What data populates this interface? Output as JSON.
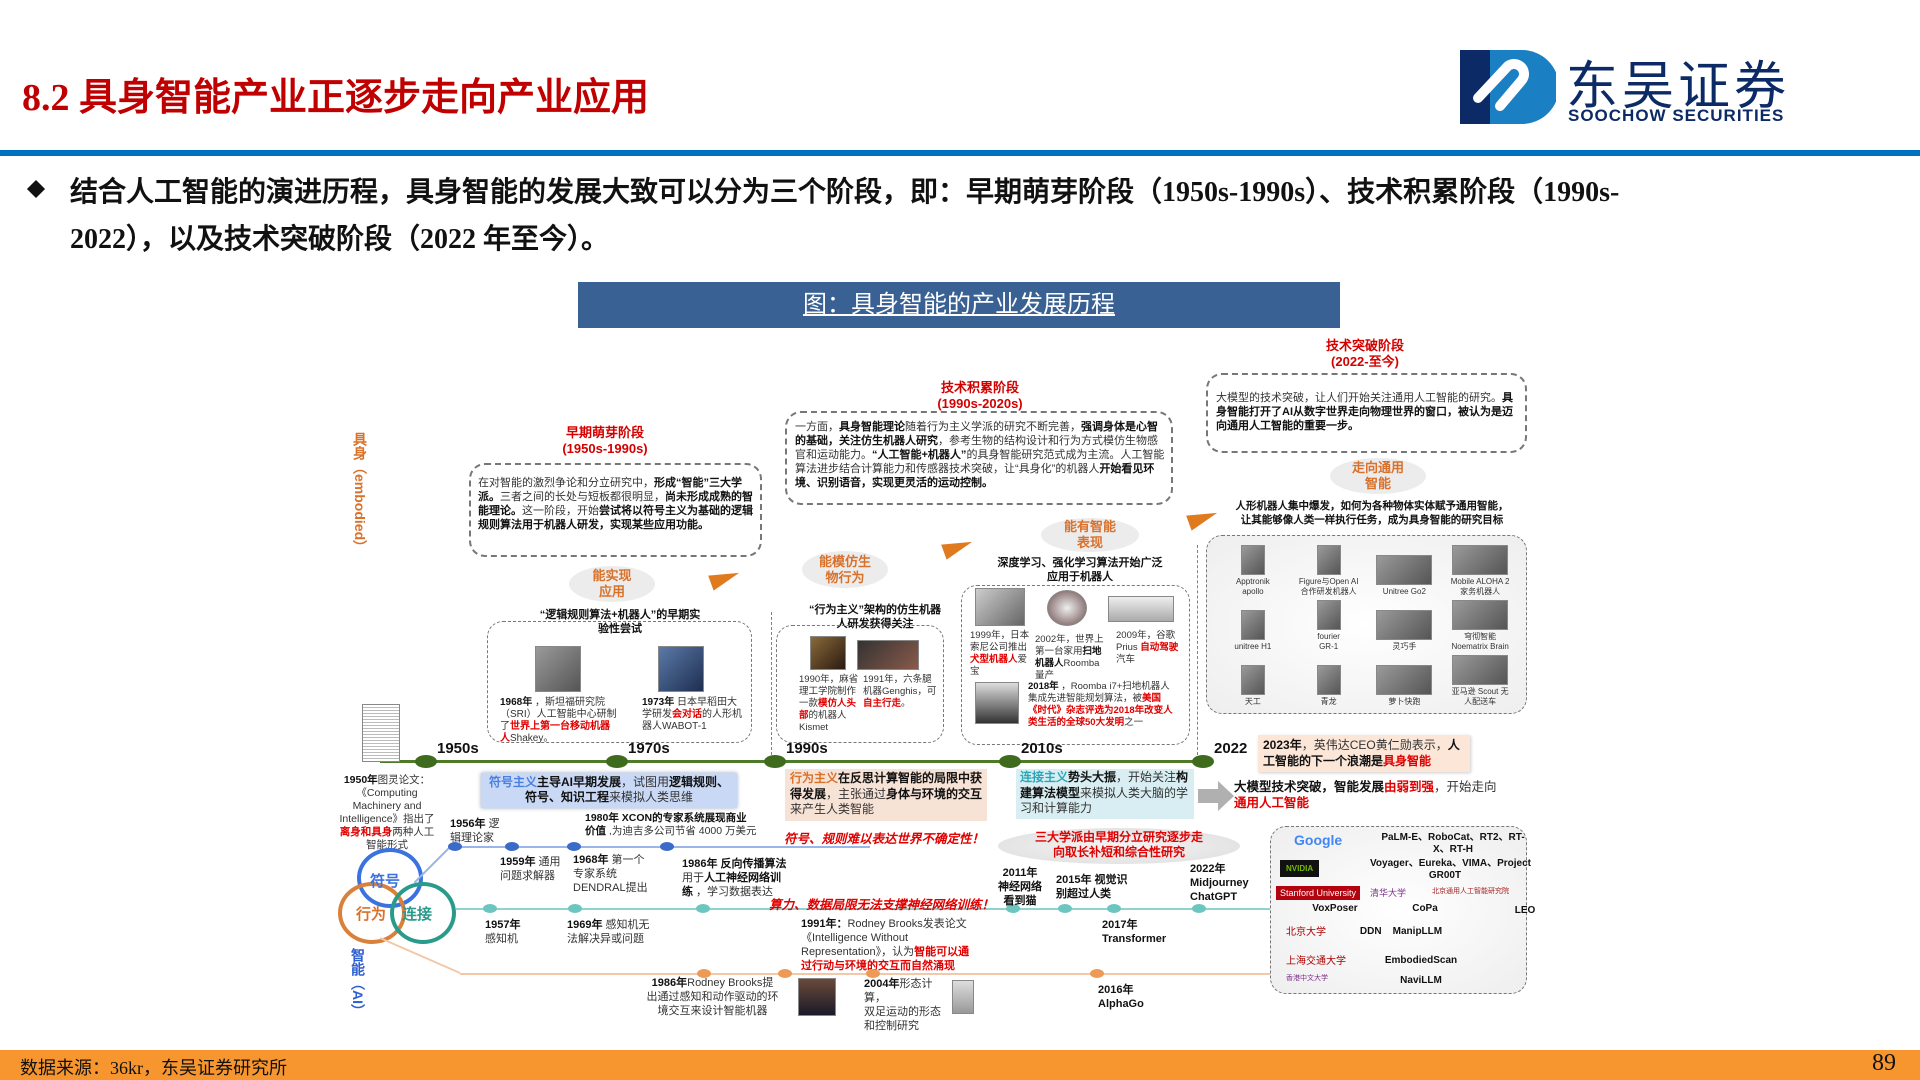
{
  "header": {
    "title": "8.2 具身智能产业正逐步走向产业应用",
    "logo_cn": "东吴证券",
    "logo_en": "SOOCHOW SECURITIES"
  },
  "bullet": {
    "icon": "diamond-icon",
    "line1": "结合人工智能的演进历程，具身智能的发展大致可以分为三个阶段，即：早期萌芽阶段（1950s-1990s）、技术积累阶段（1990s-",
    "line2": "2022），以及技术突破阶段（2022 年至今）。"
  },
  "figure": {
    "title": "图：具身智能的产业发展历程",
    "side_top": "具身（embodied）",
    "side_bottom": "智能（AI）",
    "schools": {
      "symbol": "符号",
      "behavior": "行为",
      "connect": "连接"
    },
    "early": {
      "title": "早期萌芽阶段\n(1950s-1990s)",
      "body": [
        [
          "n",
          "在对智能的激烈争论和分立研究中，"
        ],
        [
          "b",
          "形成“智能”三大学派。"
        ],
        [
          "n",
          "三者之间的长处与短板都很明显，"
        ],
        [
          "b",
          "尚未形成成熟的智能理论。"
        ],
        [
          "n",
          "这一阶段，开始"
        ],
        [
          "b",
          "尝试将以符号主义为基础的逻辑规则算法用于机器人研发，实现某些应用功能。"
        ]
      ],
      "tag": "能实现\n应用",
      "sub_title": "“逻辑规则算法+机器人”的早期实\n验性尝试",
      "shakey": [
        [
          "b",
          "1968年"
        ],
        [
          "n",
          " ，斯坦福研究院（SRI）人工智能中心研制了"
        ],
        [
          "r",
          "世界上第一台移动机器人"
        ],
        [
          "n",
          "Shakey。"
        ]
      ],
      "wabot": [
        [
          "b",
          "1973年"
        ],
        [
          "n",
          " 日本早稻田大学研发"
        ],
        [
          "r",
          "会对话"
        ],
        [
          "n",
          "的人形机器人WABOT-1"
        ]
      ]
    },
    "accum": {
      "title": "技术积累阶段\n(1990s-2020s)",
      "body": [
        [
          "n",
          "一方面，"
        ],
        [
          "b",
          "具身智能理论"
        ],
        [
          "n",
          "随着行为主义学派的研究不断完善，"
        ],
        [
          "b",
          "强调身体是心智的基础，关注仿生机器人研究"
        ],
        [
          "n",
          "，参考生物的结构设计和行为方式模仿生物感官和运动能力。"
        ],
        [
          "b",
          "“人工智能+机器人”"
        ],
        [
          "n",
          "的具身智能研究范式成为主流。人工智能算法进步结合计算能力和传感器技术突破，让“具身化”的机器人"
        ],
        [
          "b",
          "开始看见环境、识别语音，实现更灵活的运动控制。"
        ]
      ],
      "tag1": "能模仿生\n物行为",
      "sub1": "“行为主义”架构的仿生机器\n人研发获得关注",
      "kismet": [
        [
          "n",
          "1990年，麻省理工学院制作一款"
        ],
        [
          "r",
          "模仿人头部"
        ],
        [
          "n",
          "的机器人Kismet"
        ]
      ],
      "genghis": [
        [
          "n",
          "1991年，六条腿机器Genghis，可"
        ],
        [
          "r",
          "自主行走"
        ],
        [
          "n",
          "。"
        ]
      ],
      "tag2": "能有智能\n表现",
      "sub2": "深度学习、强化学习算法开始广泛\n应用于机器人",
      "aibo": [
        [
          "n",
          "1999年，日本索尼公司推出"
        ],
        [
          "r",
          "犬型机器人"
        ],
        [
          "n",
          "爱宝"
        ]
      ],
      "roomba": [
        [
          "n",
          "2002年，世界上第一台家用"
        ],
        [
          "b",
          "扫地机器人"
        ],
        [
          "n",
          "Roomba量产"
        ]
      ],
      "prius": [
        [
          "n",
          "2009年，谷歌Prius "
        ],
        [
          "r",
          "自动驾驶"
        ],
        [
          "n",
          "汽车"
        ]
      ],
      "i7": [
        [
          "b",
          "2018年"
        ],
        [
          "n",
          " ，Roomba i7+扫地机器人集成先进智能规划算法，被"
        ],
        [
          "r",
          "美国《时代》杂志评选为2018年改变人类生活的全球50大发明"
        ],
        [
          "n",
          "之一"
        ]
      ]
    },
    "breakthrough": {
      "title": "技术突破阶段\n(2022-至今)",
      "body": [
        [
          "n",
          "大模型的技术突破，让人们开始关注通用人工智能的研究。"
        ],
        [
          "b",
          "具身智能打开了AI从数字世界走向物理世界的窗口，被认为是迈向通用人工智能的重要一步。"
        ]
      ],
      "tag": "走向通用\n智能",
      "sub": "人形机器人集中爆发，如何为各种物体实体赋予通用智能，\n让其能够像人类一样执行任务，成为具身智能的研究目标",
      "robots": [
        "Apptronik\napollo",
        "Figure与Open AI\n合作研发机器人",
        "Unitree Go2",
        "Mobile ALOHA 2\n家务机器人",
        "unitree H1",
        "fourier\nGR-1",
        "灵巧手",
        "穹彻智能\nNoematrix Brain",
        "天工",
        "青龙",
        "萝卜快跑",
        "亚马逊 Scout 无\n人配送车"
      ]
    },
    "timeline": {
      "decades": [
        "1950s",
        "1970s",
        "1990s",
        "2010s",
        "2022"
      ],
      "turing": [
        [
          "b",
          "1950年"
        ],
        [
          "n",
          "图灵论文：《Computing Machinery and Intelligence》指出了"
        ],
        [
          "r",
          "离身和具身"
        ],
        [
          "n",
          "两种人工智能形式"
        ]
      ],
      "symbol_box": [
        [
          "blue",
          "符号主义"
        ],
        [
          "b",
          "主导AI早期发展"
        ],
        [
          "n",
          "，试图用"
        ],
        [
          "b",
          "逻辑规则、符号、知识工程"
        ],
        [
          "n",
          "来模拟人类思维"
        ]
      ],
      "behavior_box": [
        [
          "o",
          "行为主义"
        ],
        [
          "b",
          "在反思计算智能的局限中获得发展"
        ],
        [
          "n",
          "，主张通过"
        ],
        [
          "b",
          "身体与环境的交互"
        ],
        [
          "n",
          "来产生人类智能"
        ]
      ],
      "connect_box": [
        [
          "c",
          "连接主义"
        ],
        [
          "b",
          "势头大振"
        ],
        [
          "n",
          "，开始关注"
        ],
        [
          "b",
          "构建算法模型"
        ],
        [
          "n",
          "来模拟人类大脑的学习和计算能力"
        ]
      ],
      "jensen": [
        [
          "b",
          "2023年"
        ],
        [
          "n",
          "，英伟达CEO黄仁勋表示，"
        ],
        [
          "b",
          "人工智能的下一个浪潮是"
        ],
        [
          "r",
          "具身智能"
        ]
      ],
      "bigmodel": [
        [
          "b",
          "大模型技术突破，智能发展"
        ],
        [
          "r",
          "由弱到强"
        ],
        [
          "n",
          "，开始走向"
        ],
        [
          "r",
          "通用人工智能"
        ]
      ],
      "warn1": "符号、规则难以表达世界不确定性！",
      "warn2": "算力、数据局限无法支撑神经网络训练！",
      "merge": "三大学派由早期分立研究逐步走\n向取长补短和综合性研究",
      "e1956": [
        [
          "b",
          "1956年"
        ],
        [
          "n",
          " 逻\n辑理论家"
        ]
      ],
      "e1959": [
        [
          "b",
          "1959年"
        ],
        [
          "n",
          " 通用\n问题求解器"
        ]
      ],
      "e1968": [
        [
          "b",
          "1968年"
        ],
        [
          "n",
          " 第一个\n专家系统\nDENDRAL提出"
        ]
      ],
      "e1980": [
        [
          "b",
          "1980年 XCON的专家系统展现商业\n价值"
        ],
        [
          "n",
          " ,为迪吉多公司节省 4000 万美元"
        ]
      ],
      "e1986bp": [
        [
          "b",
          "1986年 反向传播算法"
        ],
        [
          "n",
          "\n用于"
        ],
        [
          "b",
          "人工神经网络训\n练"
        ],
        [
          "n",
          " ，学习数据表达"
        ]
      ],
      "e1957": [
        [
          "b",
          "1957年"
        ],
        [
          "n",
          "\n感知机"
        ]
      ],
      "e1969": [
        [
          "b",
          "1969年"
        ],
        [
          "n",
          " 感知机无\n法解决异或问题"
        ]
      ],
      "e1991": [
        [
          "b",
          "1991年："
        ],
        [
          "n",
          "Rodney Brooks发表论文\n《Intelligence Without\nRepresentation》，认为"
        ],
        [
          "r",
          "智能可以通\n过行动与环境的交互而自然涌现"
        ]
      ],
      "e1986rb": [
        [
          "b",
          "1986年"
        ],
        [
          "n",
          "Rodney Brooks提\n出通过感知和动作驱动的环\n境交互来设计智能机器"
        ]
      ],
      "e2004": [
        [
          "b",
          "2004年"
        ],
        [
          "n",
          "形态计算，\n双足运动的形态\n和控制研究"
        ]
      ],
      "e2011": "2011年\n神经网络\n看到猫",
      "e2015": "2015年 视觉识\n别超过人类",
      "e2017": "2017年\nTransformer",
      "e2016": "2016年\nAlphaGo",
      "e2022": "2022年\nMidjourney\nChatGPT"
    },
    "companies": [
      {
        "org": "Google",
        "items": "PaLM-E、RoboCat、RT2、RT-\nX、RT-H"
      },
      {
        "org": "NVIDIA",
        "items": "Voyager、Eureka、VIMA、Project\nGR00T"
      },
      {
        "org": "Stanford University",
        "items": "VoxPoser"
      },
      {
        "org": "清华大学",
        "items": "CoPa"
      },
      {
        "org": "北京通用人工智能研究院",
        "items": "LEO"
      },
      {
        "org": "北京大学",
        "items": "DDN    ManipLLM"
      },
      {
        "org": "上海交通大学",
        "items": "EmbodiedScan"
      },
      {
        "org": "香港中文大学",
        "items": "NaviLLM"
      }
    ]
  },
  "footer": {
    "source": "数据来源：36kr，东吴证券研究所",
    "page": "89"
  },
  "colors": {
    "title_red": "#c00000",
    "rule_blue": "#0070c0",
    "figure_bar": "#3a6193",
    "footer_orange": "#f7962f",
    "timeline_green": "#4f7a28"
  }
}
